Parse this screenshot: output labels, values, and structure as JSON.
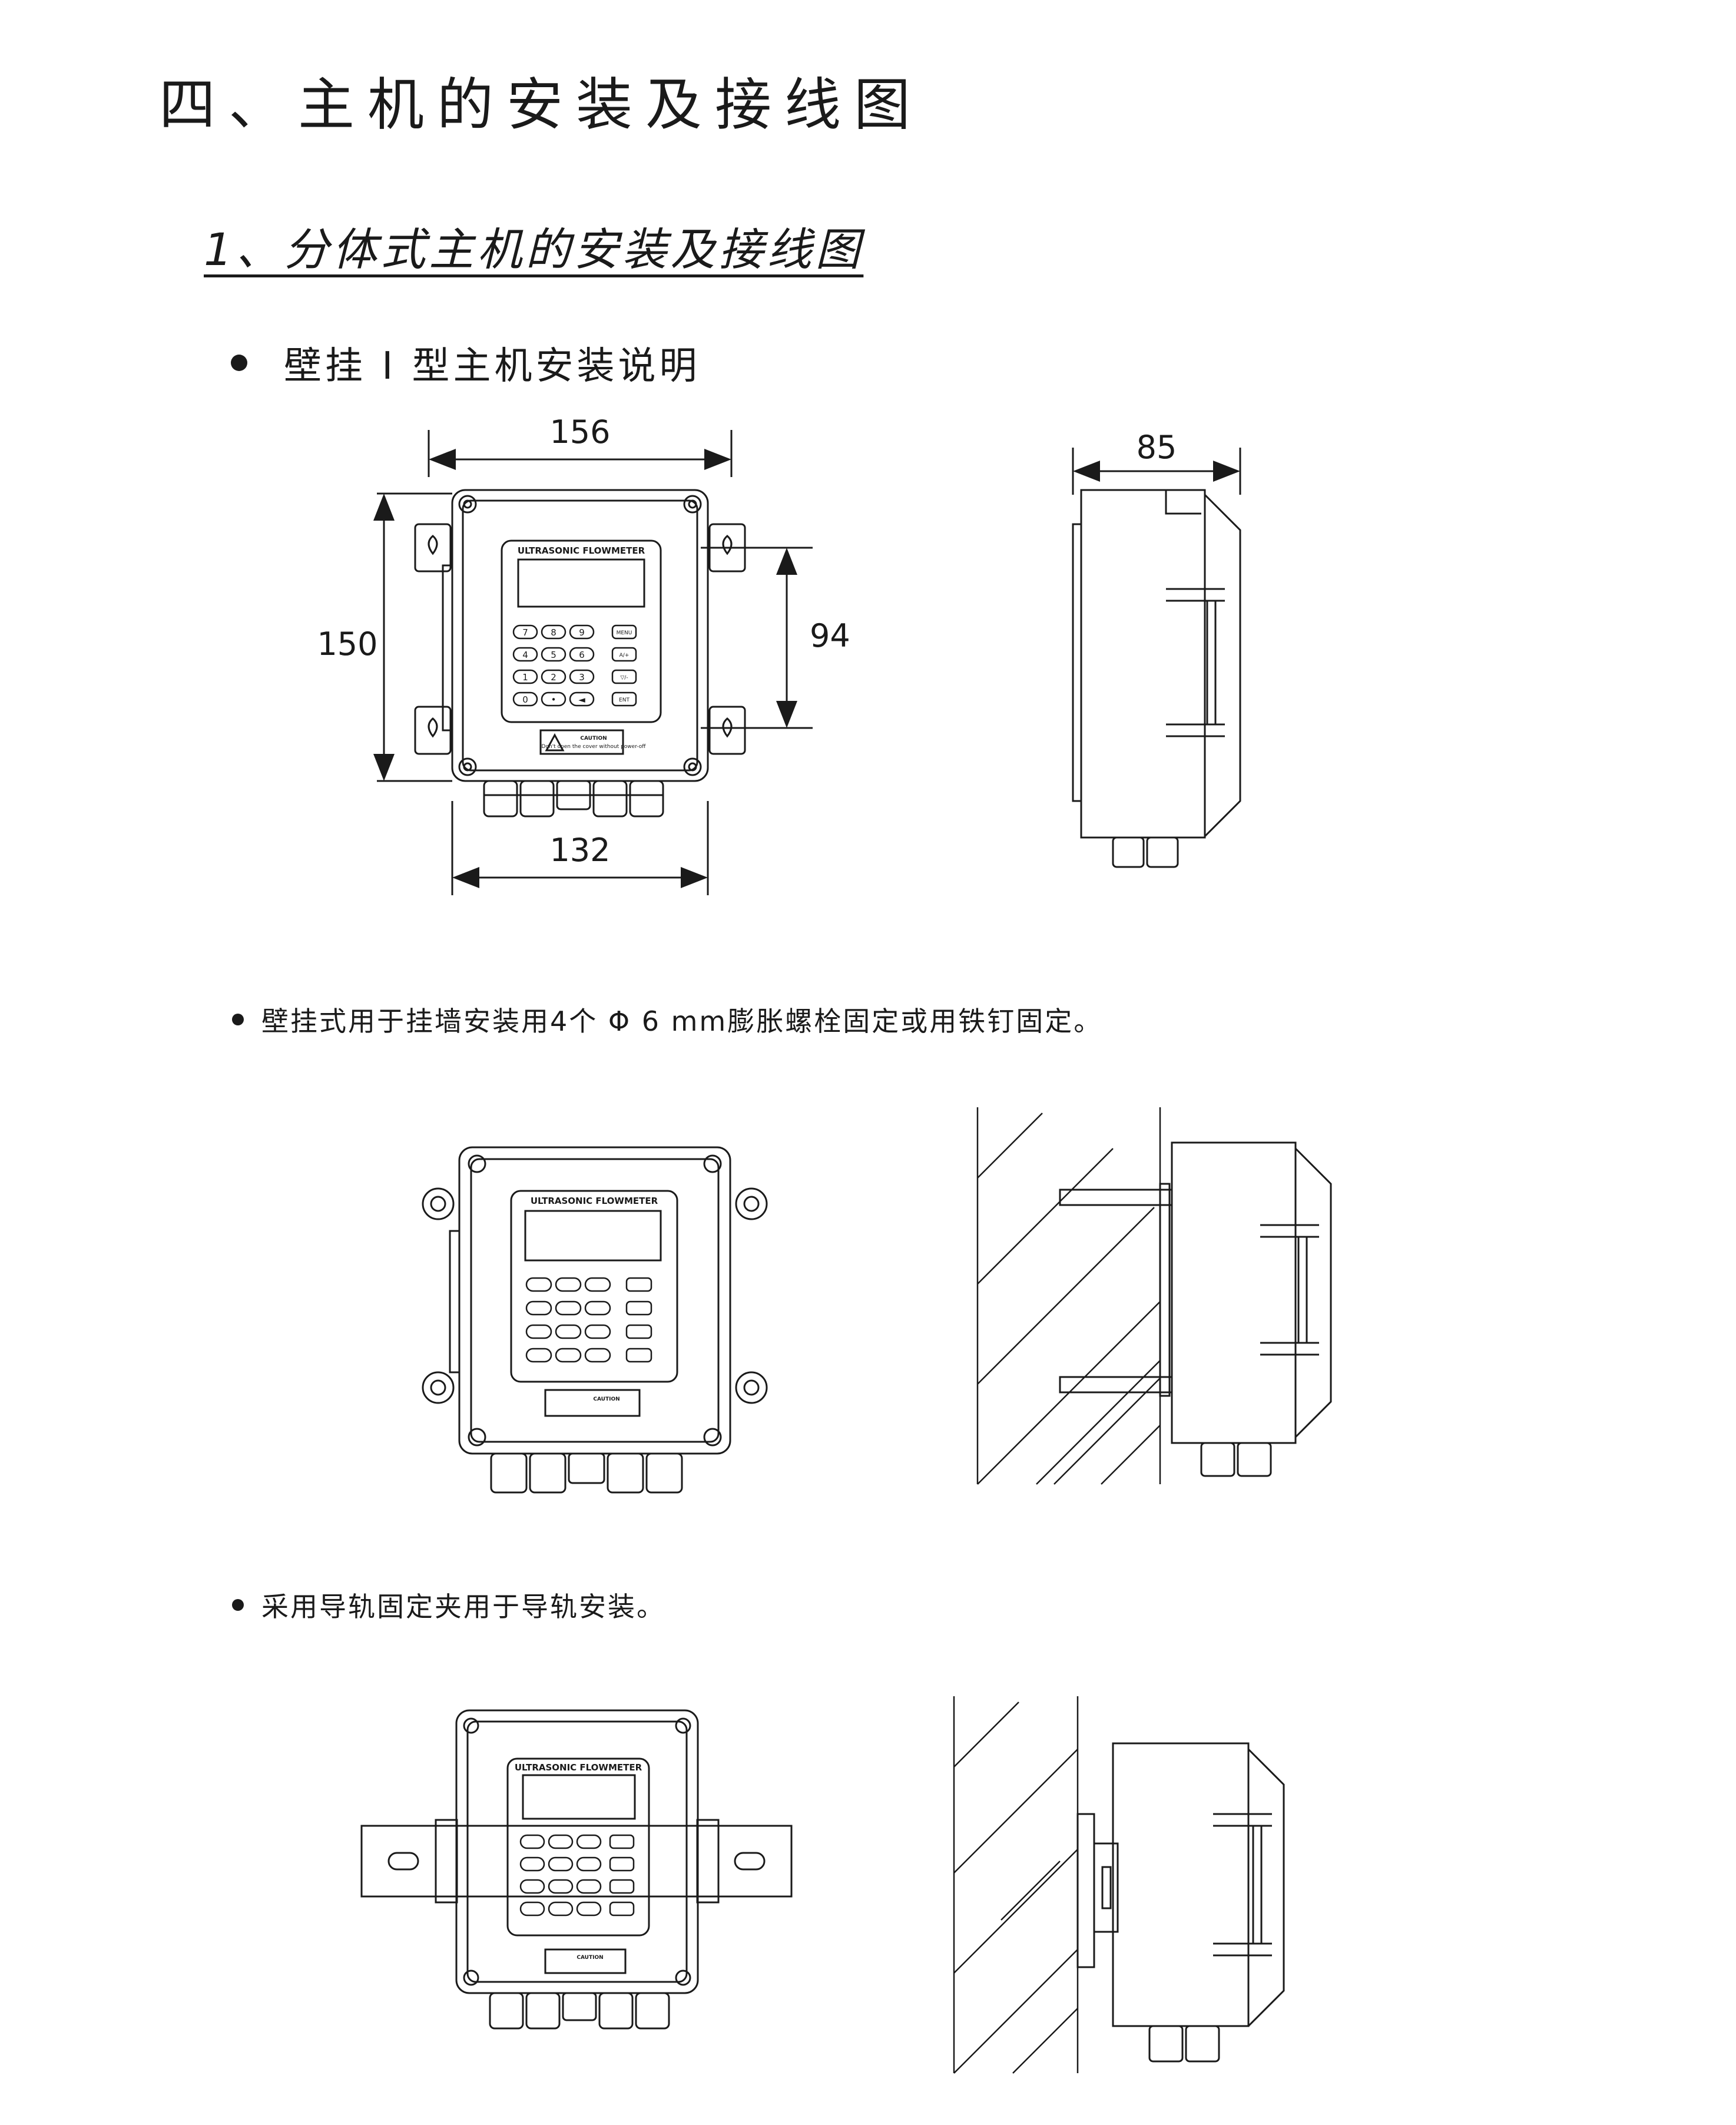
{
  "heading": "四、主机的安装及接线图",
  "subheading": "1、分体式主机的安装及接线图",
  "bullets": {
    "wall_type": "壁挂 I 型主机安装说明",
    "wall_mount_note": "壁挂式用于挂墙安装用4个 Φ 6 mm膨胀螺栓固定或用铁钉固定。",
    "rail_mount_note": "采用导轨固定夹用于导轨安装。"
  },
  "dimensions": {
    "width": "156",
    "height": "150",
    "keypad_height": "94",
    "bottom_width": "132",
    "depth": "85"
  },
  "device": {
    "panel_label": "ULTRASONIC FLOWMETER",
    "caution_title": "CAUTION",
    "caution_text": "Don't open the cover without power-off",
    "keys_row1": [
      "7",
      "8",
      "9",
      "MENU"
    ],
    "keys_row2": [
      "4",
      "5",
      "6",
      "A/+"
    ],
    "keys_row3": [
      "1",
      "2",
      "3",
      "▽/-"
    ],
    "keys_row4": [
      "0",
      "•",
      "◄",
      "ENT"
    ]
  }
}
